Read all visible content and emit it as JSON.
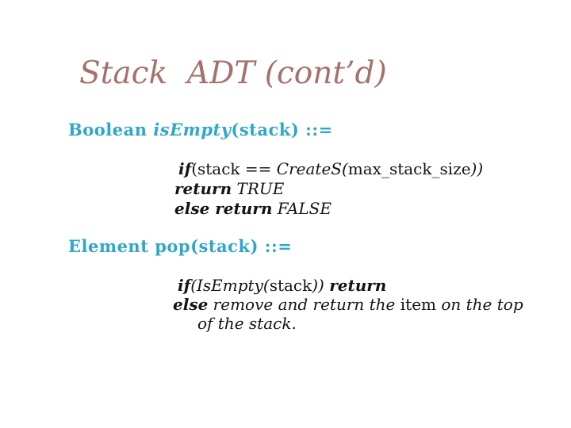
{
  "slide": {
    "title": "Stack  ADT (cont’d)",
    "colors": {
      "background": "#FFFFFF",
      "title_text": "#A5716B",
      "heading_text": "#2EA7C8",
      "code_text": "#141414"
    },
    "sections": [
      {
        "name": "isEmpty definition",
        "heading": [
          {
            "text": "Boolean "
          },
          {
            "text": "isEmpty"
          },
          {
            "text": "(stack) ::="
          }
        ],
        "code": [
          [
            {
              "text": "if"
            },
            {
              "text": "(stack == "
            },
            {
              "text": "CreateS("
            },
            {
              "text": "max_stack_size"
            },
            {
              "text": "))"
            }
          ],
          [
            {
              "text": "return"
            },
            {
              "text": " TRUE"
            }
          ],
          [
            {
              "text": "else return"
            },
            {
              "text": " FALSE"
            }
          ]
        ]
      },
      {
        "name": "pop definition",
        "heading": [
          {
            "text": "Element pop(stack) ::="
          }
        ],
        "code": [
          [
            {
              "text": "if"
            },
            {
              "text": "(IsEmpty("
            },
            {
              "text": "stack"
            },
            {
              "text": ")) "
            },
            {
              "text": "return"
            }
          ],
          [
            {
              "text": "else"
            },
            {
              "text": " remove and return the "
            },
            {
              "text": "item"
            },
            {
              "text": " on the top"
            }
          ],
          [
            {
              "text": "of the stack."
            }
          ]
        ]
      }
    ]
  }
}
